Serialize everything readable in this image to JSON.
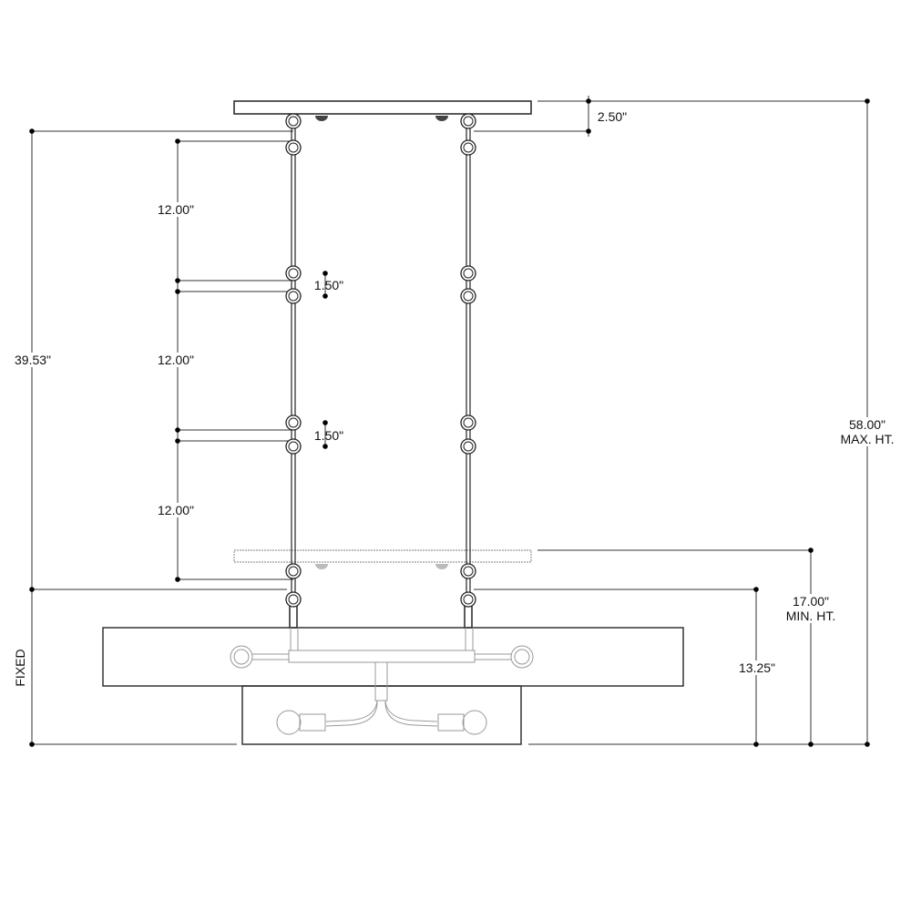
{
  "dimensions": {
    "canopy_height": "2.50\"",
    "chain_segment_1": "12.00\"",
    "chain_segment_2": "12.00\"",
    "chain_segment_3": "12.00\"",
    "link_gap_1": "1.50\"",
    "link_gap_2": "1.50\"",
    "overall_chain": "39.53\"",
    "fixed_label": "FIXED",
    "max_height_value": "58.00\"",
    "max_height_label": "MAX. HT.",
    "min_height_value": "17.00\"",
    "min_height_label": "MIN. HT.",
    "fixture_height": "13.25\""
  }
}
